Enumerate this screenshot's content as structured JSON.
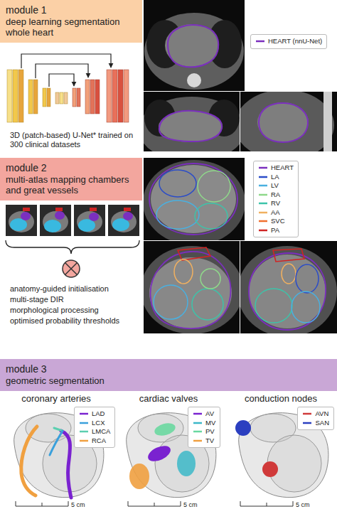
{
  "diagram": {
    "nodes": [
      {
        "text": [
          "module 1",
          "deep learning segmentation whole heart"
        ]
      },
      {
        "text": [
          "module 2",
          "multi-atlas mapping chambers and great vessels"
        ]
      },
      {
        "text": [
          "module 3",
          "geometric segmentation"
        ]
      }
    ],
    "labels": [
      "3D (patch-based) U-Net* trained on 300 clinical datasets",
      "anatomy-guided initialisation",
      "multi-stage DIR",
      "morphological processing",
      "optimised probability thresholds",
      "coronary arteries",
      "cardiac valves",
      "conduction nodes",
      "5 cm",
      "5 cm",
      "5 cm"
    ],
    "legend": [
      {
        "text": "HEART (nnU-Net)"
      },
      {
        "text": "HEART"
      },
      {
        "text": "LA"
      },
      {
        "text": "LV"
      },
      {
        "text": "RA"
      },
      {
        "text": "RV"
      },
      {
        "text": "AA"
      },
      {
        "text": "SVC"
      },
      {
        "text": "PA"
      },
      {
        "text": "LAD"
      },
      {
        "text": "LCX"
      },
      {
        "text": "LMCA"
      },
      {
        "text": "RCA"
      },
      {
        "text": "AV"
      },
      {
        "text": "MV"
      },
      {
        "text": "PV"
      },
      {
        "text": "TV"
      },
      {
        "text": "AVN"
      },
      {
        "text": "SAN"
      }
    ]
  }
}
